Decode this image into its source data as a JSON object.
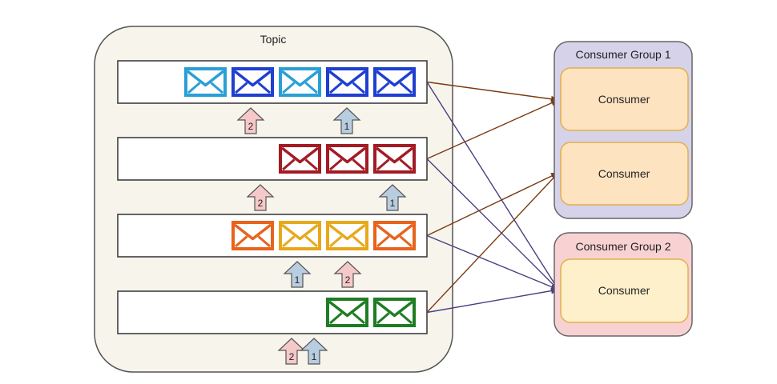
{
  "topic": {
    "title": "Topic",
    "partitions": [
      {
        "messages": [
          "#2a9fd6",
          "#1e3fd0",
          "#2a9fd6",
          "#1e3fd0",
          "#1e3fd0"
        ]
      },
      {
        "messages": [
          "#a31b24",
          "#a31b24",
          "#a31b24"
        ]
      },
      {
        "messages": [
          "#e8631c",
          "#e8a81c",
          "#e8a81c",
          "#e8631c"
        ]
      },
      {
        "messages": [
          "#1e7d24",
          "#1e7d24"
        ]
      }
    ],
    "offsets": [
      {
        "below_partition": 0,
        "markers": [
          {
            "label": "2",
            "color": "pink"
          },
          {
            "label": "1",
            "color": "blue"
          }
        ]
      },
      {
        "below_partition": 1,
        "markers": [
          {
            "label": "2",
            "color": "pink"
          },
          {
            "label": "1",
            "color": "blue"
          }
        ]
      },
      {
        "below_partition": 2,
        "markers": [
          {
            "label": "1",
            "color": "blue"
          },
          {
            "label": "2",
            "color": "pink"
          }
        ]
      },
      {
        "below_partition": 3,
        "markers": [
          {
            "label": "2",
            "color": "pink"
          },
          {
            "label": "1",
            "color": "blue"
          }
        ]
      }
    ]
  },
  "consumer_groups": [
    {
      "title": "Consumer Group 1",
      "consumers": [
        "Consumer",
        "Consumer"
      ]
    },
    {
      "title": "Consumer Group 2",
      "consumers": [
        "Consumer"
      ]
    }
  ],
  "connections": [
    {
      "from_partition": 0,
      "to_group": 0,
      "to_consumer": 0,
      "color": "#7a3a12"
    },
    {
      "from_partition": 0,
      "to_group": 1,
      "to_consumer": 0,
      "color": "#4a3f80"
    },
    {
      "from_partition": 1,
      "to_group": 0,
      "to_consumer": 0,
      "color": "#7a3a12"
    },
    {
      "from_partition": 1,
      "to_group": 1,
      "to_consumer": 0,
      "color": "#4a3f80"
    },
    {
      "from_partition": 2,
      "to_group": 0,
      "to_consumer": 1,
      "color": "#7a3a12"
    },
    {
      "from_partition": 2,
      "to_group": 1,
      "to_consumer": 0,
      "color": "#4a3f80"
    },
    {
      "from_partition": 3,
      "to_group": 0,
      "to_consumer": 1,
      "color": "#7a3a12"
    },
    {
      "from_partition": 3,
      "to_group": 1,
      "to_consumer": 0,
      "color": "#4a3f80"
    }
  ],
  "colors": {
    "topic_fill": "#f7f4ec",
    "group1_fill": "#d6d2ea",
    "group2_fill": "#f8d2d2",
    "consumer_fill": "#fde3c0",
    "consumer2_fill": "#fff0cc",
    "consumer_stroke": "#e0b04a",
    "pink_marker": "#f6c9c9",
    "blue_marker": "#b9cde0"
  }
}
